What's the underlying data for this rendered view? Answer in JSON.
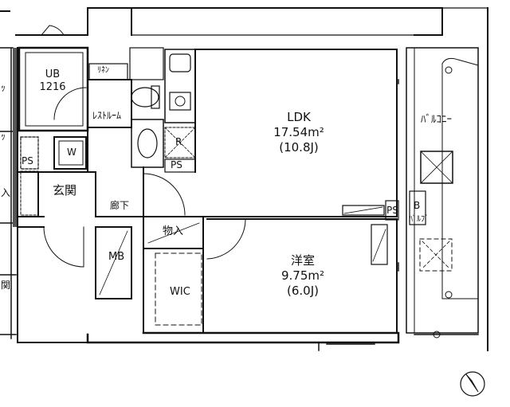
{
  "rooms": {
    "ldk": {
      "name": "LDK",
      "area": "17.54m²",
      "jo": "(10.8J)"
    },
    "western": {
      "name": "洋室",
      "area": "9.75m²",
      "jo": "(6.0J)"
    },
    "ub": {
      "name": "UB",
      "size": "1216"
    }
  },
  "labels": {
    "linen": "ﾘﾈﾝ",
    "restroom": "ﾚｽﾄﾙｰﾑ",
    "balcony": "ﾊﾞﾙｺﾆｰ",
    "washer": "W",
    "fridge": "R",
    "ps_left": "PS",
    "ps_kitchen": "PS",
    "ps_right": "PS",
    "entrance": "玄関",
    "corridor": "廊下",
    "storage": "物入",
    "mb": "MB",
    "wic": "WIC",
    "b_valve": "B",
    "b_valve_sub": "ﾊﾞﾙﾌﾞ",
    "left_partial_1": "ｯ",
    "left_partial_2": "ｯ",
    "left_partial_3": "入",
    "left_partial_4": "関"
  }
}
